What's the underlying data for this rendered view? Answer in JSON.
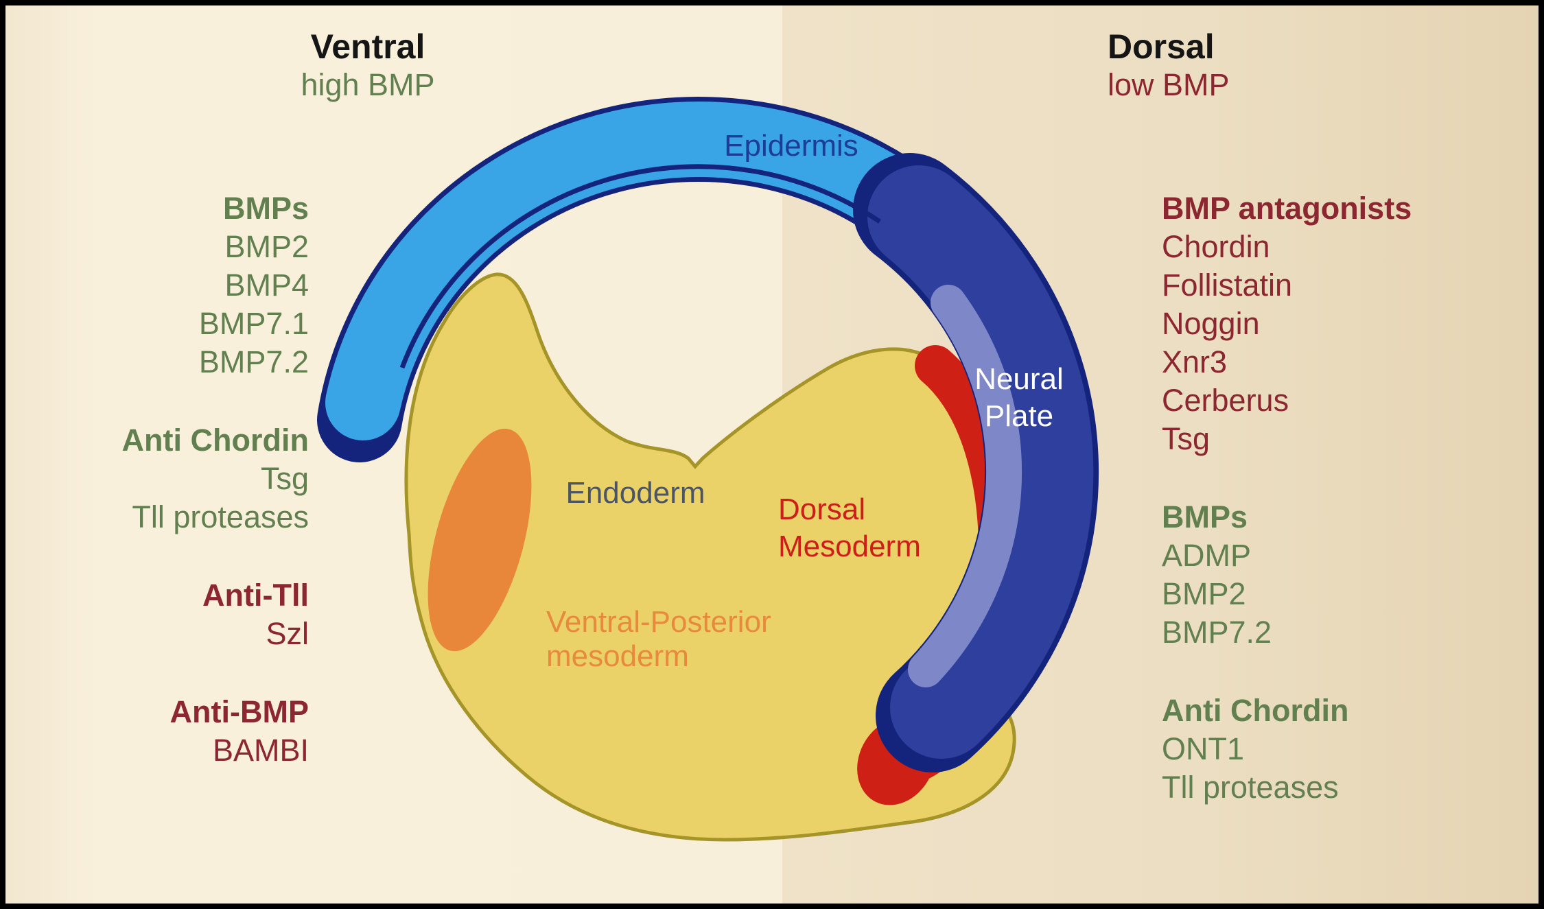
{
  "left_panel": {
    "title": "Ventral",
    "subtitle": "high BMP",
    "groups": [
      {
        "heading": "BMPs",
        "items": [
          "BMP2",
          "BMP4",
          "BMP7.1",
          "BMP7.2"
        ]
      },
      {
        "heading": "Anti Chordin",
        "items": [
          "Tsg",
          "Tll proteases"
        ]
      },
      {
        "heading": "Anti-Tll",
        "items": [
          "Szl"
        ]
      },
      {
        "heading": "Anti-BMP",
        "items": [
          "BAMBI"
        ]
      }
    ]
  },
  "right_panel": {
    "title": "Dorsal",
    "subtitle": "low BMP",
    "groups": [
      {
        "heading": "BMP antagonists",
        "items": [
          "Chordin",
          "Follistatin",
          "Noggin",
          "Xnr3",
          "Cerberus",
          "Tsg"
        ]
      },
      {
        "heading": "BMPs",
        "items": [
          "ADMP",
          "BMP2",
          "BMP7.2"
        ]
      },
      {
        "heading": "Anti Chordin",
        "items": [
          "ONT1",
          "Tll proteases"
        ]
      }
    ]
  },
  "diagram": {
    "epidermis_label": "Epidermis",
    "neural_plate_label": "Neural\nPlate",
    "endoderm_label": "Endoderm",
    "dorsal_mesoderm_label": "Dorsal\nMesoderm",
    "ventral_posterior_mesoderm_label": "Ventral-Posterior\nmesoderm"
  },
  "colors": {
    "green_text": "#62804f",
    "maroon_text": "#8c2630",
    "epidermis_blue": "#3aa5e6",
    "neural_plate_blue": "#2e3f9e",
    "neural_plate_inner_blue": "#7e88c9",
    "navy_outline": "#14247c",
    "endoderm_yellow": "#ead268",
    "endoderm_outline": "#a59428",
    "mesoderm_red": "#cf2015",
    "mesoderm_orange": "#e8863a",
    "background_left": "#f8efda",
    "background_right": "#ecdec2"
  }
}
